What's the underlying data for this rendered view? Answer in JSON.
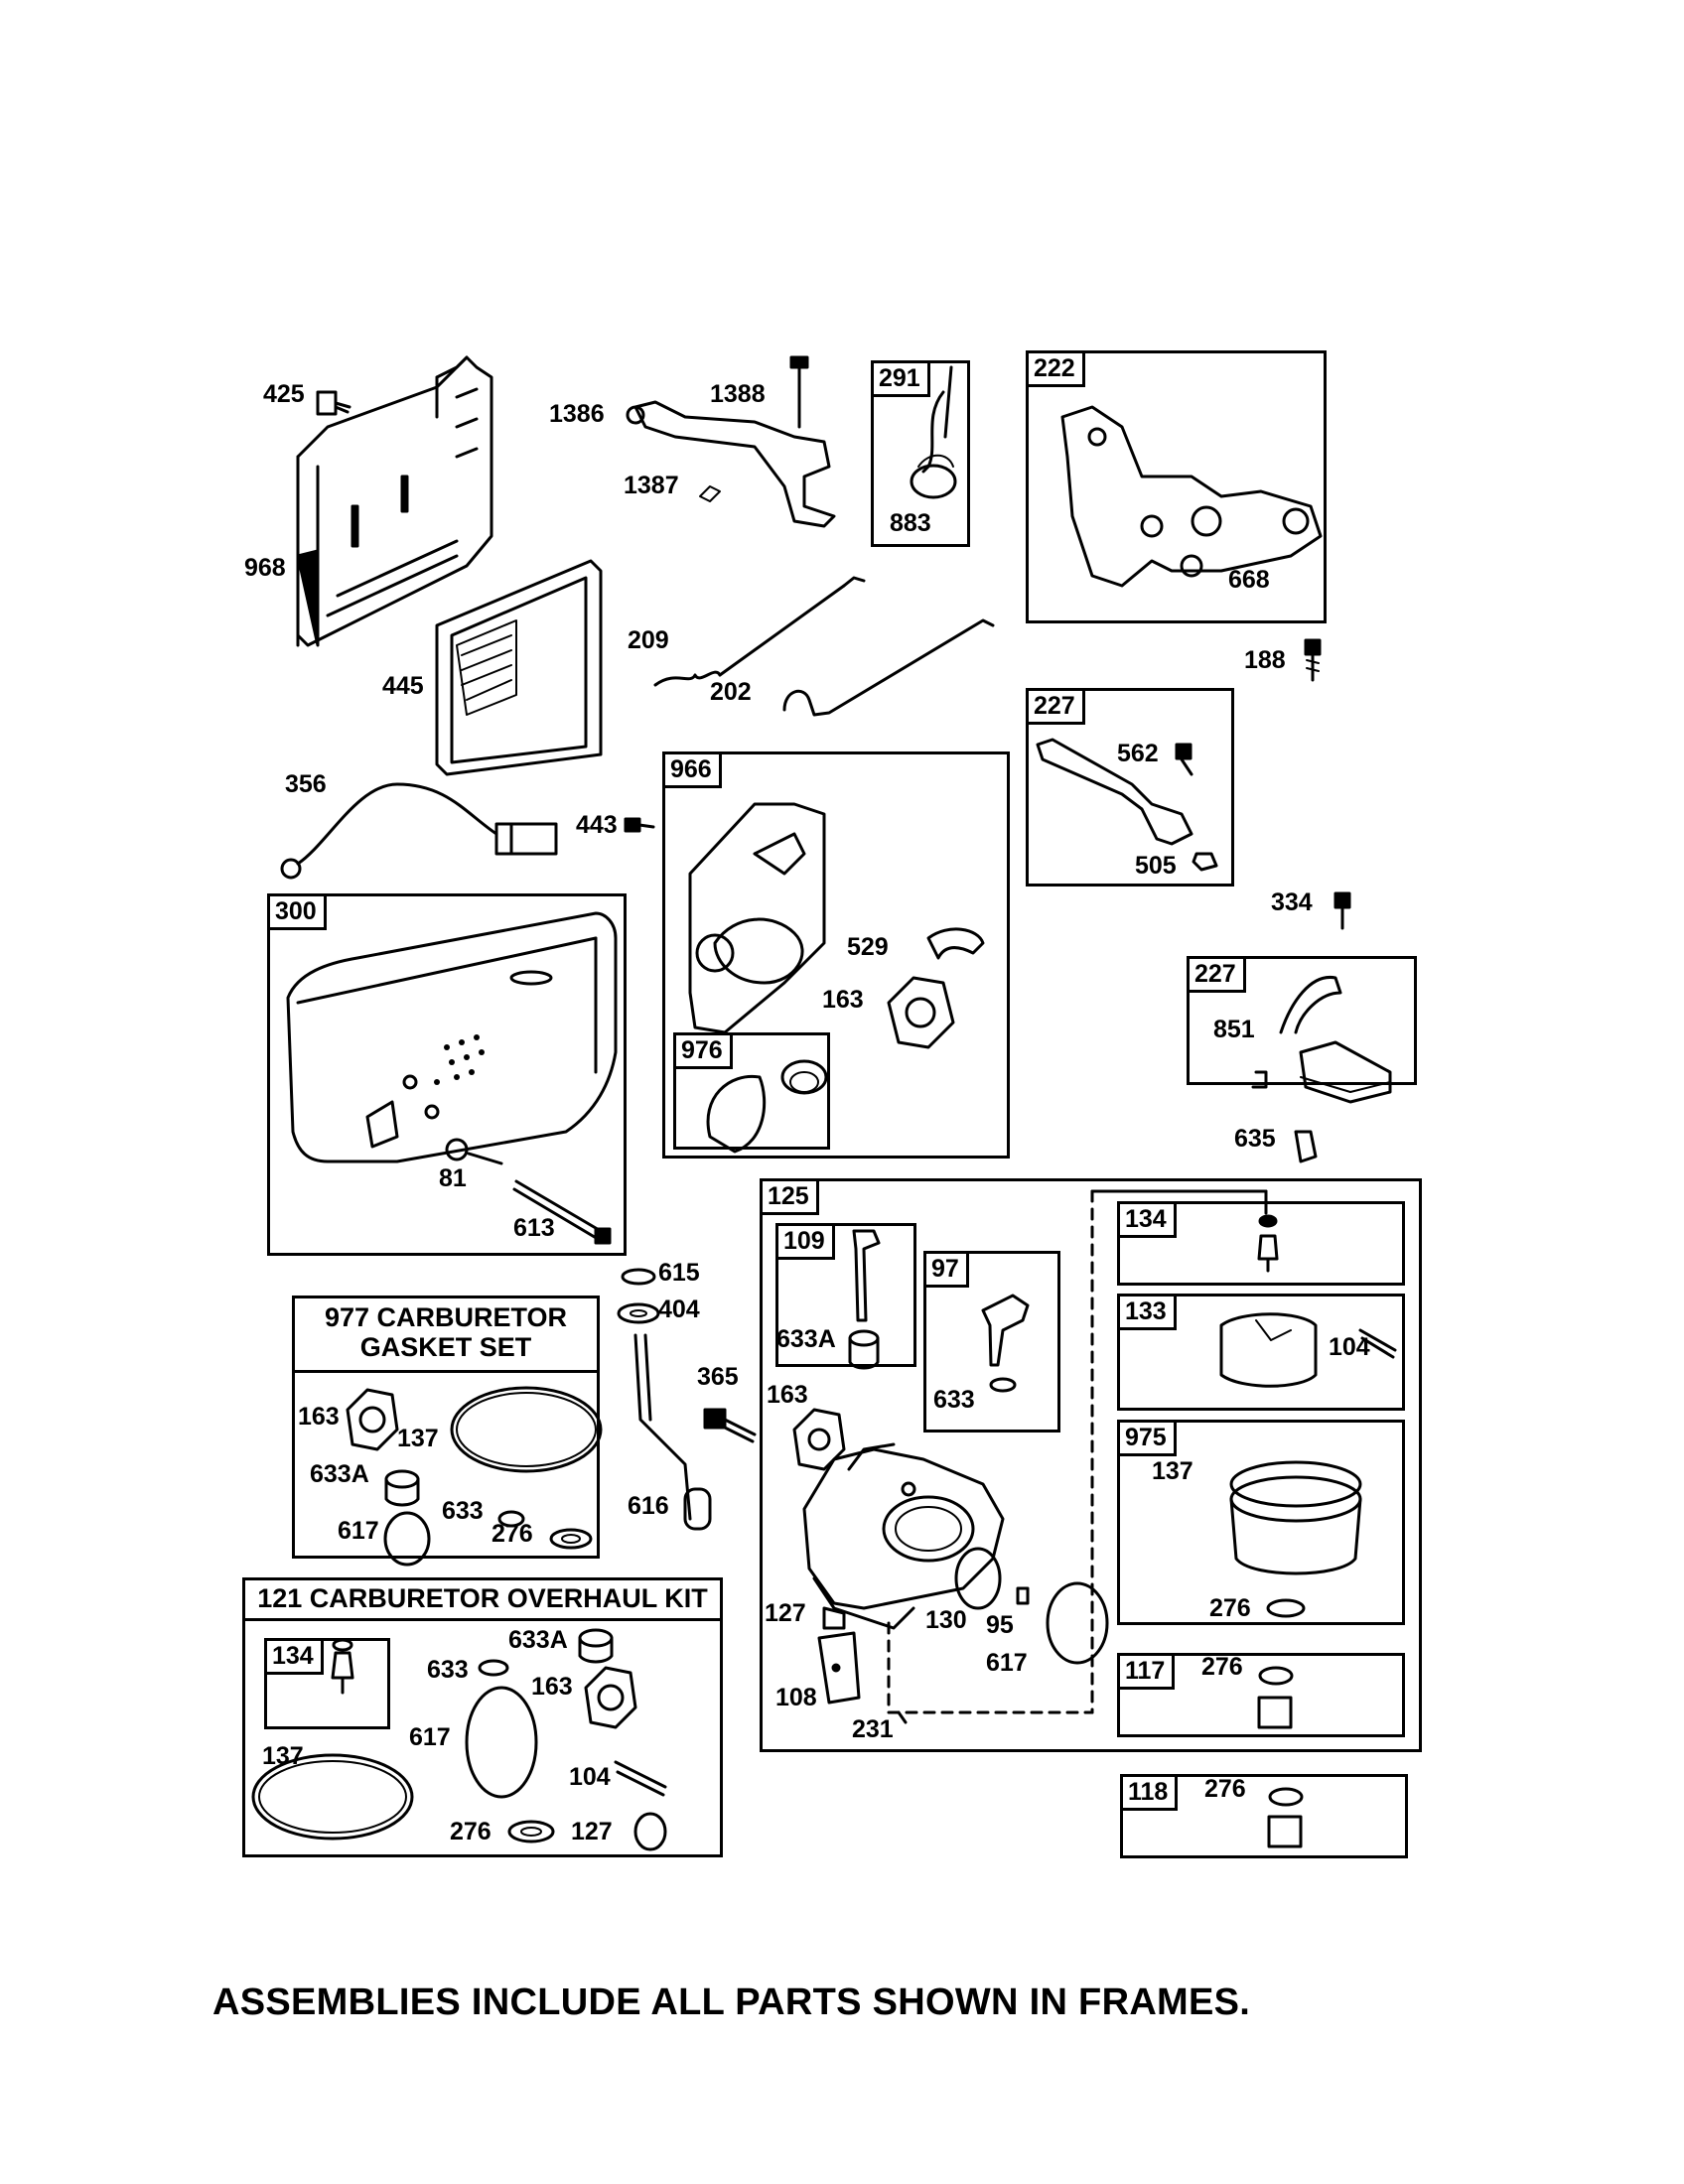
{
  "frames": {
    "f291": "291",
    "f222": "222",
    "f227a": "227",
    "f966": "966",
    "f976": "976",
    "f300": "300",
    "f227b": "227",
    "f125": "125",
    "f109": "109",
    "f97": "97",
    "f134": "134",
    "f133": "133",
    "f975": "975",
    "f117": "117",
    "f118": "118",
    "f134k": "134"
  },
  "kits": {
    "gasket_set": [
      "977 CARBURETOR",
      "GASKET SET"
    ],
    "overhaul_kit": "121 CARBURETOR OVERHAUL KIT"
  },
  "callouts": {
    "c425": "425",
    "c968": "968",
    "c445": "445",
    "c1386": "1386",
    "c1388": "1388",
    "c1387": "1387",
    "c883": "883",
    "c668": "668",
    "c188": "188",
    "c209": "209",
    "c202": "202",
    "c356": "356",
    "c443": "443",
    "c562": "562",
    "c505": "505",
    "c334": "334",
    "c529": "529",
    "c163a": "163",
    "c851": "851",
    "c635": "635",
    "c81": "81",
    "c613": "613",
    "c615": "615",
    "c404": "404",
    "c365": "365",
    "c616": "616",
    "g163": "163",
    "g137": "137",
    "g633A": "633A",
    "g617": "617",
    "g633": "633",
    "g276": "276",
    "c633A": "633A",
    "c633": "633",
    "c163b": "163",
    "c104a": "104",
    "c137a": "137",
    "c276a": "276",
    "c127": "127",
    "c130": "130",
    "c95": "95",
    "c617": "617",
    "c108": "108",
    "c231": "231",
    "c276b": "276",
    "c276c": "276",
    "k633": "633",
    "k633A": "633A",
    "k163": "163",
    "k617": "617",
    "k137": "137",
    "k104": "104",
    "k276": "276",
    "k127": "127"
  },
  "footer": "ASSEMBLIES INCLUDE ALL PARTS SHOWN IN FRAMES."
}
